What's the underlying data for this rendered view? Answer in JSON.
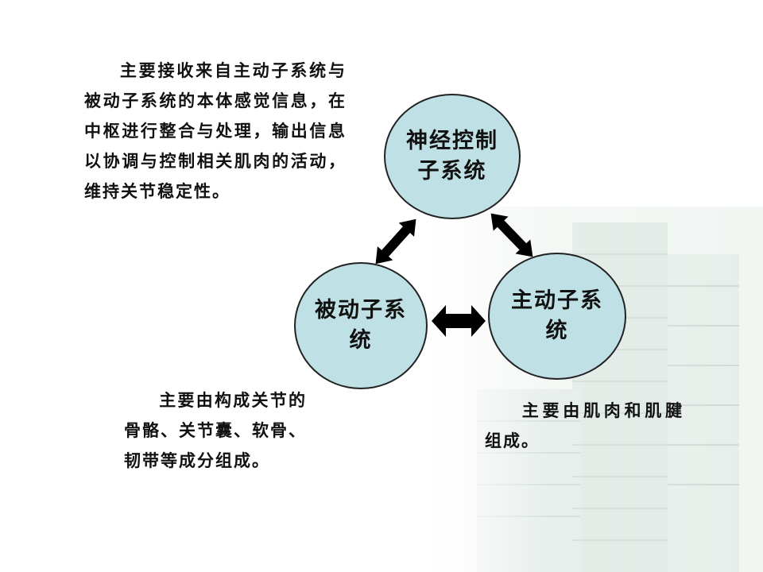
{
  "nodes": {
    "top": "神经控制子系统",
    "left": "被动子系统",
    "right": "主动子系统"
  },
  "descriptions": {
    "top": "主要接收来自主动子系统与被动子系统的本体感觉信息，在中枢进行整合与处理，输出信息以协调与控制相关肌肉的活动，维持关节稳定性。",
    "left": "主要由构成关节的骨骼、关节囊、软骨、韧带等成分组成。",
    "right": "主要由肌肉和肌腱组成。"
  },
  "colors": {
    "node_fill": "#bfe0e4",
    "node_border": "#222222",
    "arrow": "#000000"
  }
}
